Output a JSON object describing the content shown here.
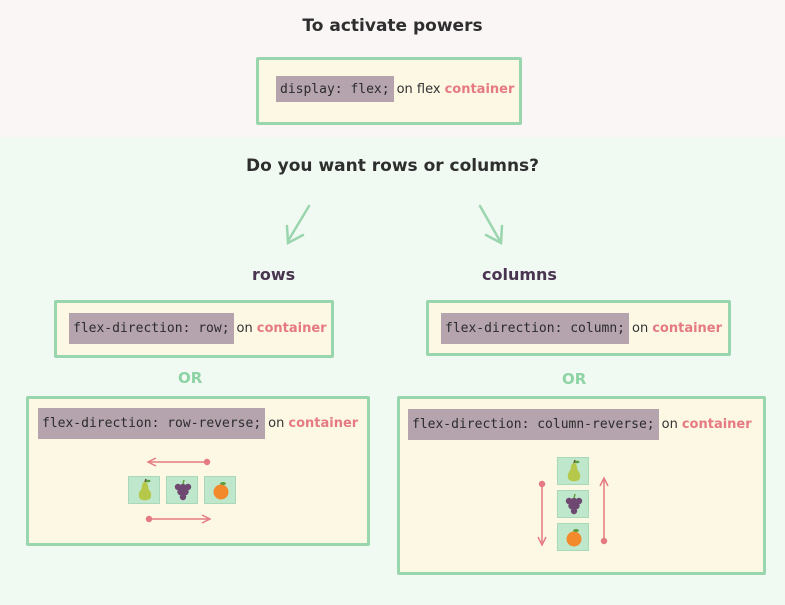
{
  "heading_activate": "To activate powers",
  "activate": {
    "code": "display: flex;",
    "on": "on flex",
    "target": "container"
  },
  "question": "Do you want rows or columns?",
  "rows_label": "rows",
  "columns_label": "columns",
  "or_text": "OR",
  "row": {
    "code": "flex-direction: row;",
    "on": "on",
    "target": "container"
  },
  "row_reverse": {
    "code": "flex-direction: row-reverse;",
    "on": "on",
    "target": "container"
  },
  "column": {
    "code": "flex-direction: column;",
    "on": "on",
    "target": "container"
  },
  "column_reverse": {
    "code": "flex-direction: column-reverse;",
    "on": "on",
    "target": "container"
  },
  "fruits": [
    "pear-icon",
    "grapes-icon",
    "orange-icon"
  ],
  "colors": {
    "box_border": "#9ad6ad",
    "box_fill": "#fdf8e4",
    "code_bg": "#b5a4ad",
    "accent": "#e57a82",
    "arrow_green": "#9ad6ad",
    "label": "#4a3550"
  }
}
